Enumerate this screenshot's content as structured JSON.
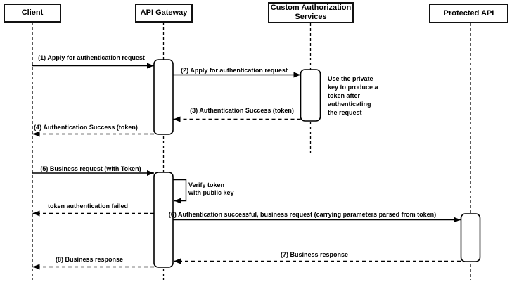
{
  "actors": [
    {
      "id": "client",
      "label": "Client"
    },
    {
      "id": "gateway",
      "label": "API Gateway"
    },
    {
      "id": "custom",
      "label": "Custom Authorization\nServices"
    },
    {
      "id": "protected",
      "label": "Protected API"
    }
  ],
  "messages": [
    {
      "num": 1,
      "label": "(1) Apply for authentication request",
      "from": "client",
      "to": "gateway",
      "style": "solid"
    },
    {
      "num": 2,
      "label": "(2) Apply for authentication request",
      "from": "gateway",
      "to": "custom",
      "style": "solid"
    },
    {
      "num": 3,
      "label": "(3) Authentication Success (token)",
      "from": "custom",
      "to": "gateway",
      "style": "dashed"
    },
    {
      "num": 4,
      "label": "(4) Authentication Success (token)",
      "from": "gateway",
      "to": "client",
      "style": "dashed"
    },
    {
      "num": 5,
      "label": "(5) Business request (with Token)",
      "from": "client",
      "to": "gateway",
      "style": "solid"
    },
    {
      "num": null,
      "label": "Verify token\nwith public key",
      "from": "gateway",
      "to": "gateway",
      "style": "self"
    },
    {
      "num": null,
      "label": "token authentication failed",
      "from": "gateway",
      "to": "client",
      "style": "dashed"
    },
    {
      "num": 6,
      "label": "(6) Authentication successful, business request (carrying parameters parsed from token)",
      "from": "gateway",
      "to": "protected",
      "style": "solid"
    },
    {
      "num": 7,
      "label": "(7) Business response",
      "from": "protected",
      "to": "gateway",
      "style": "dashed"
    },
    {
      "num": 8,
      "label": "(8) Business response",
      "from": "gateway",
      "to": "client",
      "style": "dashed"
    }
  ],
  "note": {
    "text": "Use the private\nkey to produce a\ntoken after\nauthenticating\nthe request"
  },
  "colors": {
    "stroke": "#000000",
    "fill": "#ffffff",
    "background": "#ffffff"
  }
}
